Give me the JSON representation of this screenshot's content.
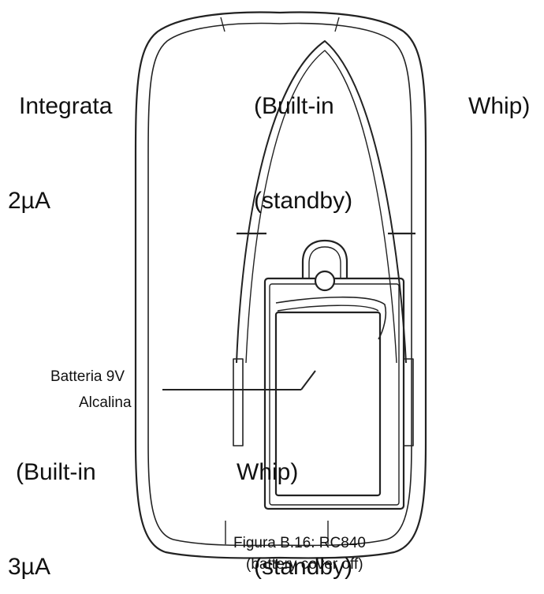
{
  "overlay_text": {
    "row1": {
      "left": "Integrata",
      "mid": "(Built-in",
      "right": "Whip)"
    },
    "row2": {
      "left": "2µA",
      "mid": "(standby)"
    },
    "row3": {
      "left": "(Built-in",
      "mid": "Whip)"
    },
    "row4": {
      "left": "3µA",
      "mid": "(standby)"
    }
  },
  "battery_label": {
    "line1": "Batteria 9V",
    "line2": "Alcalina"
  },
  "caption": {
    "line1": "Figura B.16: RC840",
    "line2": "(battery cover off)"
  }
}
